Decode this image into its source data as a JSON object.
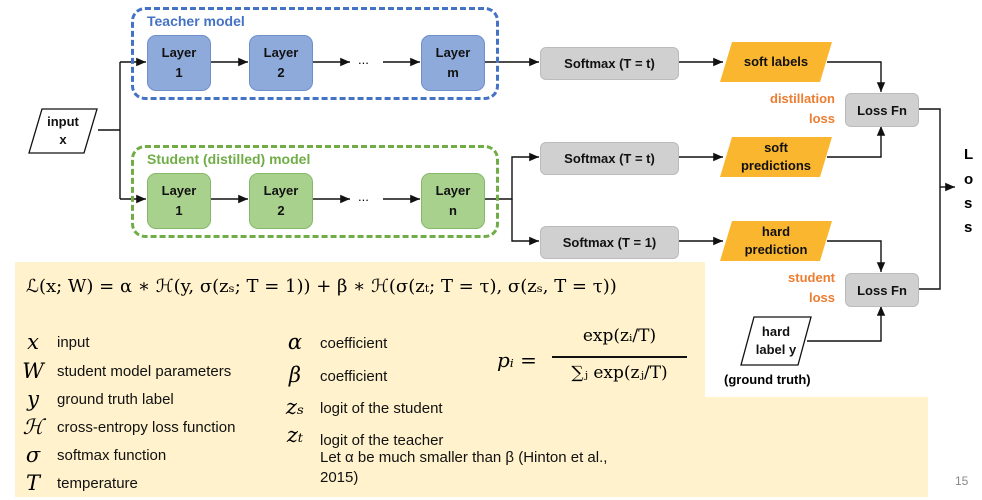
{
  "teacher": {
    "title": "Teacher model",
    "layers": [
      "Layer\n1",
      "Layer\n2",
      "Layer\nm"
    ],
    "ellipsis": "..."
  },
  "student": {
    "title": "Student (distilled) model",
    "layers": [
      "Layer\n1",
      "Layer\n2",
      "Layer\nn"
    ],
    "ellipsis": "..."
  },
  "input": "input\nx",
  "softmax": [
    "Softmax (T = t)",
    "Softmax (T = t)",
    "Softmax (T = 1)"
  ],
  "outputs": [
    "soft labels",
    "soft\npredictions",
    "hard\nprediction"
  ],
  "loss_fn": [
    "Loss Fn",
    "Loss Fn"
  ],
  "loss_labels": [
    "distillation\nloss",
    "student\nloss"
  ],
  "hard_label": "hard\nlabel y",
  "ground_truth": "(ground truth)",
  "total_loss": [
    "L",
    "o",
    "s",
    "s"
  ],
  "formula": "ℒ(x; W) = α ∗ ℋ(y, σ(zₛ; T = 1)) + β ∗ ℋ(σ(zₜ; T = τ), σ(zₛ, T = τ))",
  "legend_left": [
    {
      "sym": "x",
      "desc": "input"
    },
    {
      "sym": "W",
      "desc": "student model parameters"
    },
    {
      "sym": "y",
      "desc": "ground truth label"
    },
    {
      "sym": "ℋ",
      "desc": "cross-entropy loss function"
    },
    {
      "sym": "σ",
      "desc": "softmax function"
    },
    {
      "sym": "T",
      "desc": "temperature"
    }
  ],
  "legend_right": [
    {
      "sym": "α",
      "desc": "coefficient"
    },
    {
      "sym": "β",
      "desc": "coefficient"
    },
    {
      "sym": "zₛ",
      "desc": "logit of the student"
    },
    {
      "sym": "zₜ",
      "desc": "logit of the teacher"
    }
  ],
  "note": "Let α be much smaller than β (Hinton et al.,\n2015)",
  "softmax_formula": {
    "lhs": "pᵢ =",
    "numerator": "exp(zᵢ/T)",
    "denominator": "∑ⱼ exp(zⱼ/T)"
  },
  "page_number": "15",
  "colors": {
    "teacher": "#4472c4",
    "student": "#70ad47",
    "output": "#fbb62f",
    "accent": "#ed7d31",
    "note_bg": "#fff2cc"
  }
}
